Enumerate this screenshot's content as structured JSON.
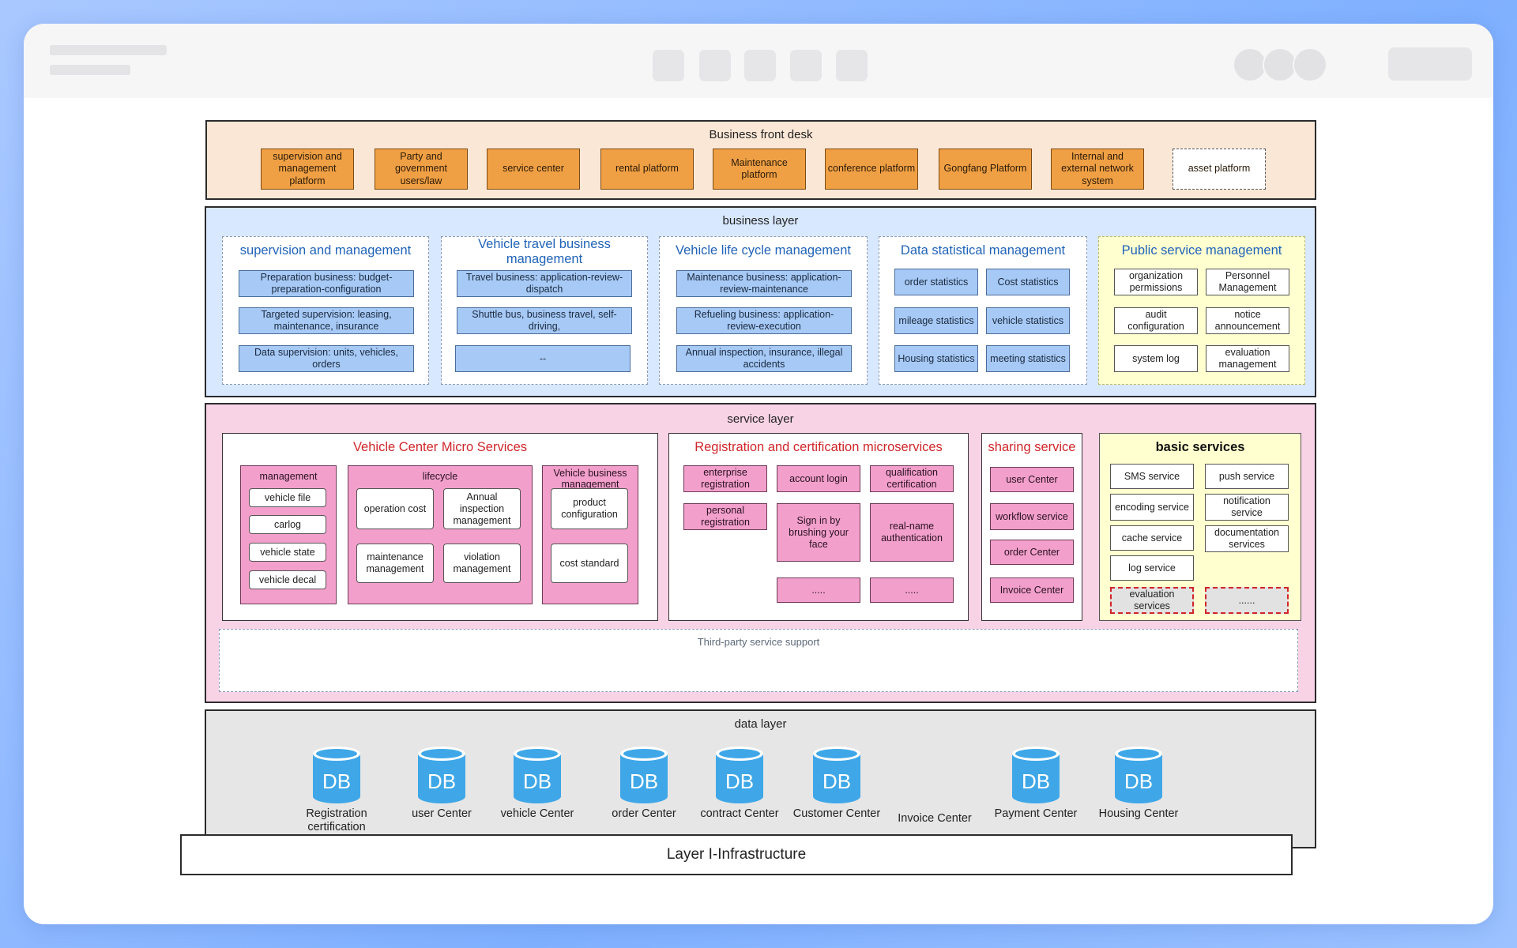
{
  "front_desk": {
    "title": "Business front desk",
    "items": [
      "supervision and management platform",
      "Party and government users/law",
      "service center",
      "rental platform",
      "Maintenance platform",
      "conference platform",
      "Gongfang Platform",
      "Internal and external network system",
      "asset platform"
    ]
  },
  "business_layer": {
    "title": "business layer",
    "panels": [
      {
        "title": "supervision and management",
        "items": [
          "Preparation business: budget-preparation-configuration",
          "Targeted supervision: leasing, maintenance, insurance",
          "Data supervision: units, vehicles, orders"
        ]
      },
      {
        "title": "Vehicle travel business management",
        "items": [
          "Travel business: application-review-dispatch",
          "Shuttle bus, business travel, self-driving,",
          "--"
        ]
      },
      {
        "title": "Vehicle life cycle management",
        "items": [
          "Maintenance business: application-review-maintenance",
          "Refueling business: application-review-execution",
          "Annual inspection, insurance, illegal accidents"
        ]
      },
      {
        "title": "Data statistical management",
        "items": [
          "order statistics",
          "Cost statistics",
          "mileage statistics",
          "vehicle statistics",
          "Housing statistics",
          "meeting statistics"
        ]
      },
      {
        "title": "Public service management",
        "items": [
          "organization permissions",
          "Personnel Management",
          "audit configuration",
          "notice announcement",
          "system log",
          "evaluation management"
        ]
      }
    ]
  },
  "service_layer": {
    "title": "service layer",
    "vehicle_center": {
      "title": "Vehicle Center Micro Services",
      "management": {
        "title": "management",
        "items": [
          "vehicle file",
          "carlog",
          "vehicle state",
          "vehicle decal"
        ]
      },
      "lifecycle": {
        "title": "lifecycle",
        "items": [
          "operation cost",
          "Annual inspection management",
          "maintenance management",
          "violation management"
        ]
      },
      "business": {
        "title": "Vehicle business management",
        "items": [
          "product configuration",
          "cost standard"
        ]
      }
    },
    "registration": {
      "title": "Registration and certification microservices",
      "items": [
        "enterprise registration",
        "account login",
        "qualification certification",
        "personal registration",
        "Sign in by brushing your face",
        "real-name authentication",
        ".....",
        "....."
      ]
    },
    "sharing": {
      "title": "sharing service",
      "items": [
        "user Center",
        "workflow service",
        "order Center",
        "Invoice Center"
      ]
    },
    "basic": {
      "title": "basic services",
      "items": [
        "SMS service",
        "push service",
        "encoding service",
        "notification service",
        "cache service",
        "documentation services",
        "log service",
        "evaluation services",
        "......"
      ]
    },
    "third_party": "Third-party service support"
  },
  "data_layer": {
    "title": "data layer",
    "db_icon_text": "DB",
    "items": [
      {
        "label": "Registration certification",
        "icon": true
      },
      {
        "label": "user Center",
        "icon": true
      },
      {
        "label": "vehicle Center",
        "icon": true
      },
      {
        "label": "order Center",
        "icon": true
      },
      {
        "label": "contract Center",
        "icon": true
      },
      {
        "label": "Customer Center",
        "icon": true
      },
      {
        "label": "Invoice Center",
        "icon": false
      },
      {
        "label": "Payment Center",
        "icon": true
      },
      {
        "label": "Housing Center",
        "icon": true
      }
    ]
  },
  "infrastructure": {
    "title": "Layer I-Infrastructure"
  },
  "colors": {
    "front_desk_bg": "#fbe7d6",
    "business_bg": "#d8e8ff",
    "service_bg": "#f8d3e6",
    "data_bg": "#e6e6e6",
    "db_blue": "#3fa7e8"
  }
}
